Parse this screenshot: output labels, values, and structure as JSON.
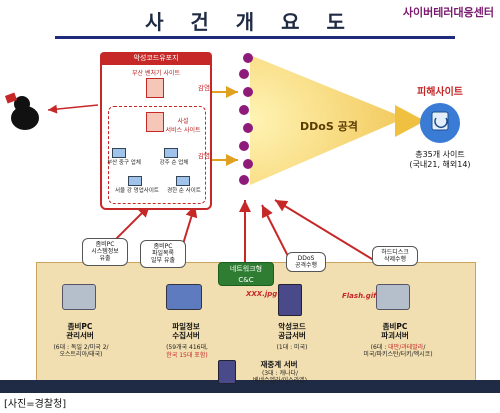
{
  "header": {
    "title": "사 건 개 요 도",
    "agency": "사이버테러대응센터"
  },
  "malware_box": {
    "title": "악성코드유포지",
    "top_site": "부산 벤처기 사이트",
    "inner_label": "사설\n서비스 사이트",
    "nodes": [
      "부산 중구 업체",
      "강주 순 업체",
      "서울 강 멍업사이트",
      "경한 순 사이트"
    ],
    "flow_label_top": "감염",
    "flow_label_mid": "감염"
  },
  "ddos": {
    "label": "DDoS 공격"
  },
  "victim": {
    "title": "피해사이트",
    "count": "총35개 사이트",
    "detail": "(국내21, 해외14)"
  },
  "bubbles": {
    "zombie_pc_mgmt": "좀비PC\n시스템정보\n유출",
    "zombie_pc_file": "좀비PC\n파일목록\n일부 유출",
    "ddos_cmd": "DDoS\n공격수행",
    "hd_delete": "하드디스크\n삭제수행"
  },
  "c2": {
    "line1": "네트워크형",
    "line2": "C&C"
  },
  "files": {
    "xxx": "XXX.jpg",
    "flash": "Flash.gif"
  },
  "servers": [
    {
      "name": "좀비PC\n관리서버",
      "detail": "(6대 : 독일 2/미국 2/\n오스트리아/태국)",
      "highlight": ""
    },
    {
      "name": "파일정보\n수집서버",
      "detail": "(59개국 416대,",
      "highlight": "한국 15대 포함)"
    },
    {
      "name": "악성코드\n공급서버",
      "detail": "(1대 : 미국)",
      "highlight": ""
    },
    {
      "name": "좀비PC\n파괴서버",
      "detail_prefix": "(6대 : ",
      "highlight": "대만/과테말라",
      "detail": "/\n미국/파키스탄/터키/멕시코)"
    }
  ],
  "relay": {
    "name": "재중계 서버",
    "detail": "(3대 : 캐나다/\n베네수엘라/이스라엘)"
  },
  "caption": "[사진=경찰청]"
}
